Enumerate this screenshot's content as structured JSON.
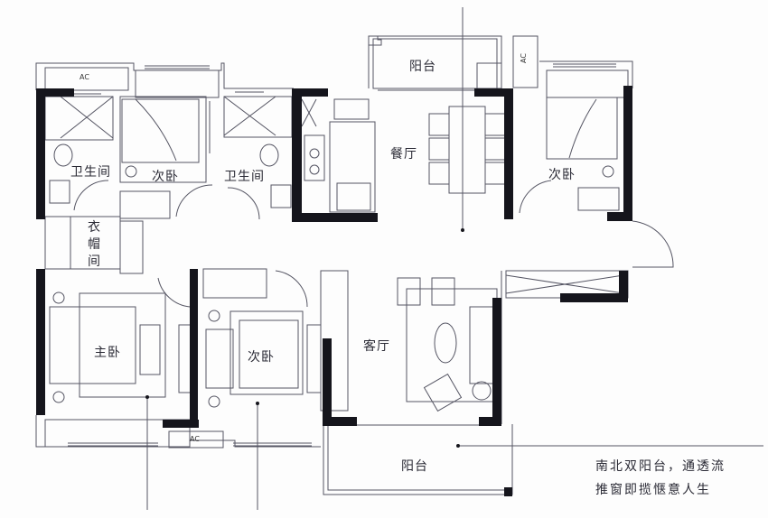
{
  "floor_plan": {
    "rooms": [
      {
        "id": "bathroom-1",
        "label": "卫生间"
      },
      {
        "id": "secondary-bedroom-1",
        "label": "次卧"
      },
      {
        "id": "bathroom-2",
        "label": "卫生间"
      },
      {
        "id": "north-balcony",
        "label": "阳台"
      },
      {
        "id": "dining-room",
        "label": "餐厅"
      },
      {
        "id": "secondary-bedroom-2",
        "label": "次卧"
      },
      {
        "id": "walk-in-closet",
        "label": "衣帽间",
        "chars": [
          "衣",
          "帽",
          "间"
        ]
      },
      {
        "id": "master-bedroom",
        "label": "主卧"
      },
      {
        "id": "secondary-bedroom-3",
        "label": "次卧"
      },
      {
        "id": "living-room",
        "label": "客厅"
      },
      {
        "id": "south-balcony",
        "label": "阳台"
      }
    ],
    "ac_units": [
      "AC",
      "AC",
      "AC"
    ]
  },
  "caption": {
    "line1": "南北双阳台，通透流",
    "line2": "推窗即揽惬意人生"
  },
  "colors": {
    "wall": "#15151c",
    "line": "#4a4a5a",
    "text": "#2a2a35",
    "background": "#fdfdfd"
  }
}
